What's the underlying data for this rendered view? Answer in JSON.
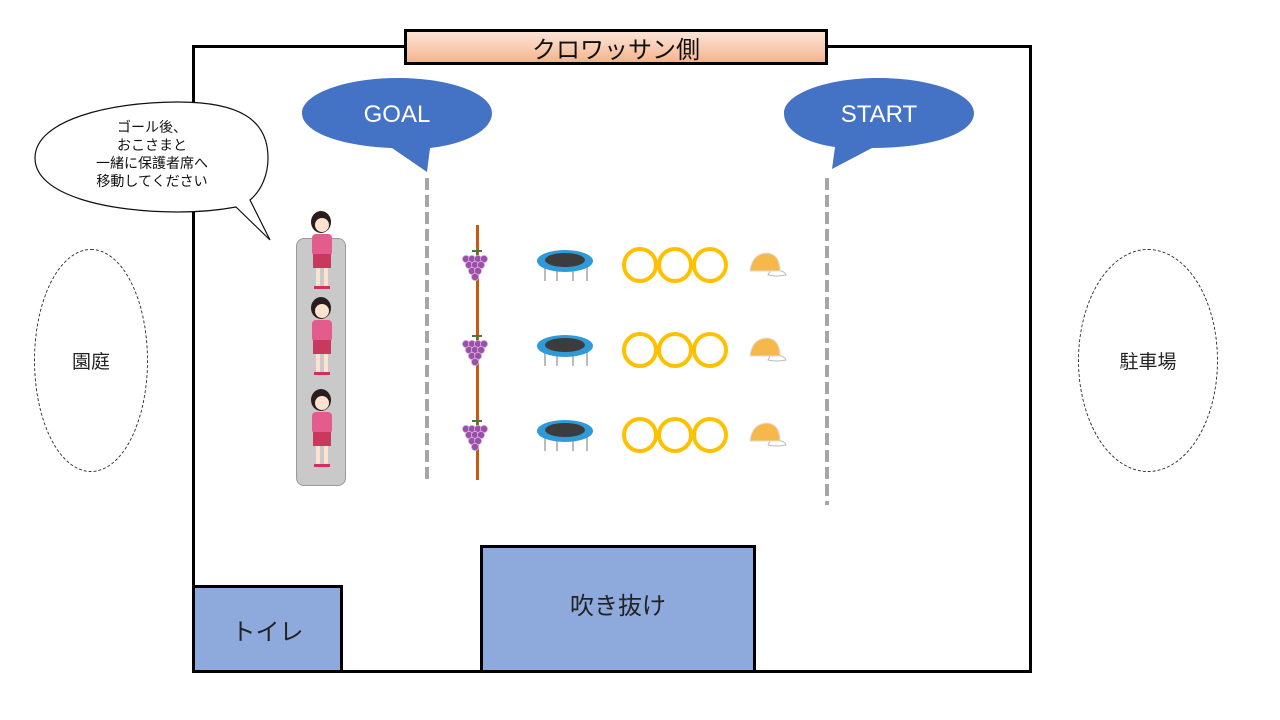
{
  "diagram": {
    "title": "クロワッサン側",
    "markers": {
      "goal": "GOAL",
      "start": "START"
    },
    "note": {
      "lines": [
        "ゴール後、",
        "おこさまと",
        "一緒に保護者席へ",
        "移動してください"
      ]
    },
    "areas": {
      "garden": "園庭",
      "parking": "駐車場",
      "toilet": "トイレ",
      "atrium": "吹き抜け"
    },
    "lanes": [
      {
        "lane": 1,
        "stations": [
          "hat",
          "hoops",
          "trampoline",
          "grapes",
          "parent"
        ]
      },
      {
        "lane": 2,
        "stations": [
          "hat",
          "hoops",
          "trampoline",
          "grapes",
          "parent"
        ]
      },
      {
        "lane": 3,
        "stations": [
          "hat",
          "hoops",
          "trampoline",
          "grapes",
          "parent"
        ]
      }
    ],
    "hoops_per_lane": 3,
    "colors": {
      "bubble": "#4472c4",
      "block": "#8eaadc",
      "hoop": "#ffc000",
      "pole": "#c55a11",
      "grape": "#9b4fa8",
      "trampoline": "#2e9ad8",
      "hat": "#f6b84a",
      "dash": "#a6a6a6"
    }
  }
}
